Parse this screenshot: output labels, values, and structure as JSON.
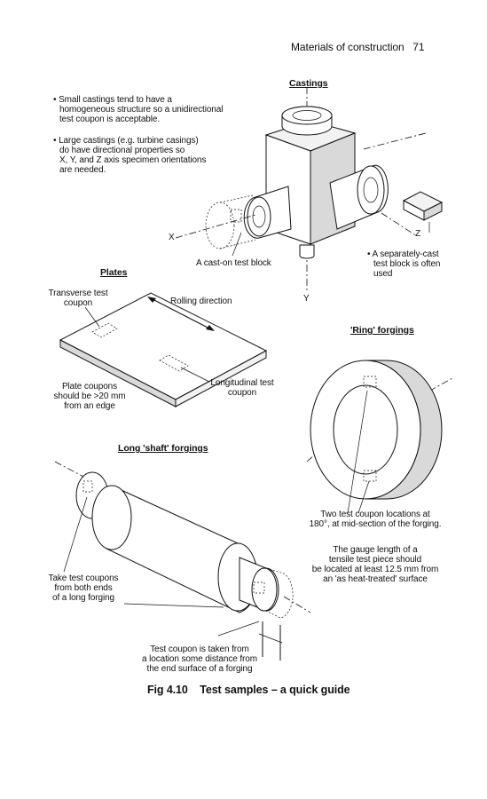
{
  "header": {
    "section": "Materials of construction",
    "page_number": "71"
  },
  "castings": {
    "title": "Castings",
    "bullet1": [
      "• Small castings tend to have a",
      "homogeneous structure so a unidirectional",
      "test coupon is acceptable."
    ],
    "bullet2": [
      "• Large castings (e.g. turbine casings)",
      "do have directional properties so",
      "X, Y, and Z axis specimen orientations",
      "are needed."
    ],
    "axis_x": "X",
    "axis_y": "Y",
    "axis_z": "Z",
    "cast_on_label": "A cast-on test block",
    "separate_block": [
      "• A separately-cast",
      "test block is often",
      "used"
    ]
  },
  "plates": {
    "title": "Plates",
    "transverse": [
      "Transverse test",
      "coupon"
    ],
    "rolling": "Rolling direction",
    "longitudinal": [
      "Longitudinal test",
      "coupon"
    ],
    "edge_note": [
      "Plate coupons",
      "should be >20 mm",
      "from an edge"
    ]
  },
  "ring": {
    "title": "'Ring' forgings",
    "locations": [
      "Two test coupon locations at",
      "180°, at mid-section of the forging."
    ],
    "gauge": [
      "The gauge length of a",
      "tensile test piece should",
      "be located at least 12.5 mm from",
      "an 'as heat-treated' surface"
    ]
  },
  "shaft": {
    "title": "Long 'shaft' forgings",
    "both_ends": [
      "Take test coupons",
      "from both ends",
      "of a long forging"
    ],
    "distance": [
      "Test coupon is taken from",
      "a location some distance from",
      "the end surface of a forging"
    ]
  },
  "figure": {
    "number": "Fig 4.10",
    "title": "Test samples – a quick guide"
  }
}
